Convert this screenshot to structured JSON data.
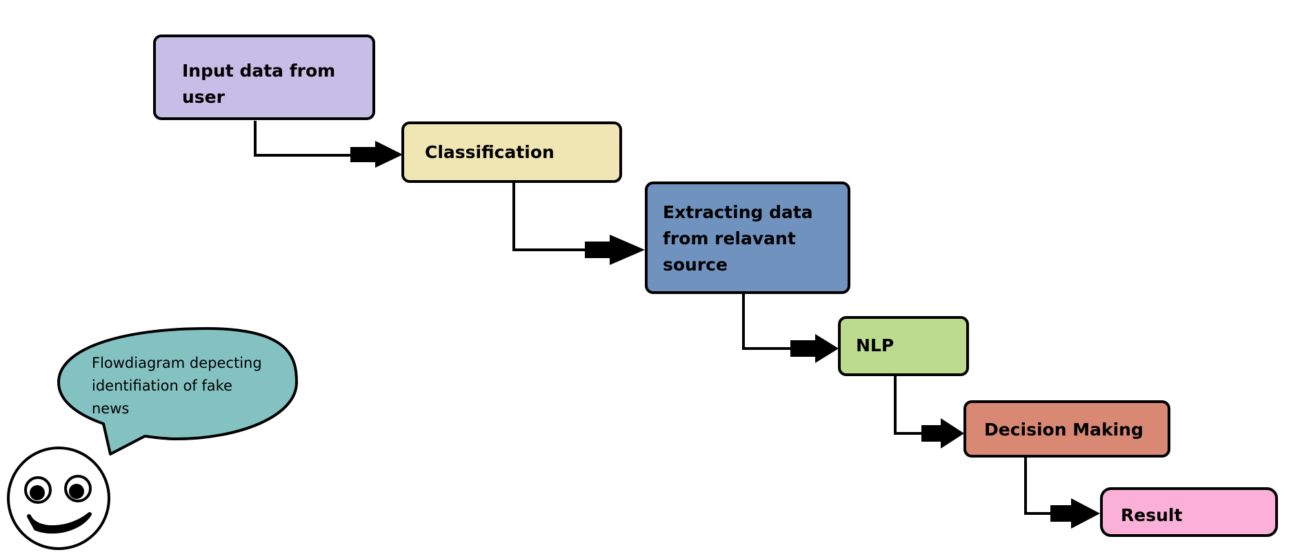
{
  "diagram": {
    "nodes": [
      {
        "id": "input",
        "label": "Input data from\nuser",
        "color": "#c6bee6"
      },
      {
        "id": "classification",
        "label": "Classification",
        "color": "#f0e6b4"
      },
      {
        "id": "extracting",
        "label": "Extracting data\nfrom relavant\nsource",
        "color": "#6f92bf"
      },
      {
        "id": "nlp",
        "label": "NLP",
        "color": "#bcdb8f"
      },
      {
        "id": "decision",
        "label": "Decision Making",
        "color": "#d98874"
      },
      {
        "id": "result",
        "label": "Result",
        "color": "#fbb0d8"
      }
    ],
    "edges": [
      {
        "from": "input",
        "to": "classification"
      },
      {
        "from": "classification",
        "to": "extracting"
      },
      {
        "from": "extracting",
        "to": "nlp"
      },
      {
        "from": "nlp",
        "to": "decision"
      },
      {
        "from": "decision",
        "to": "result"
      }
    ]
  },
  "speech_bubble": {
    "text": "Flowdiagram depecting\nidentifiation of fake\nnews",
    "color": "#84c2c2"
  },
  "colors": {
    "stroke": "#000000",
    "face_fill": "#ffffff"
  },
  "icons": {
    "character": "smiley-face-icon"
  }
}
